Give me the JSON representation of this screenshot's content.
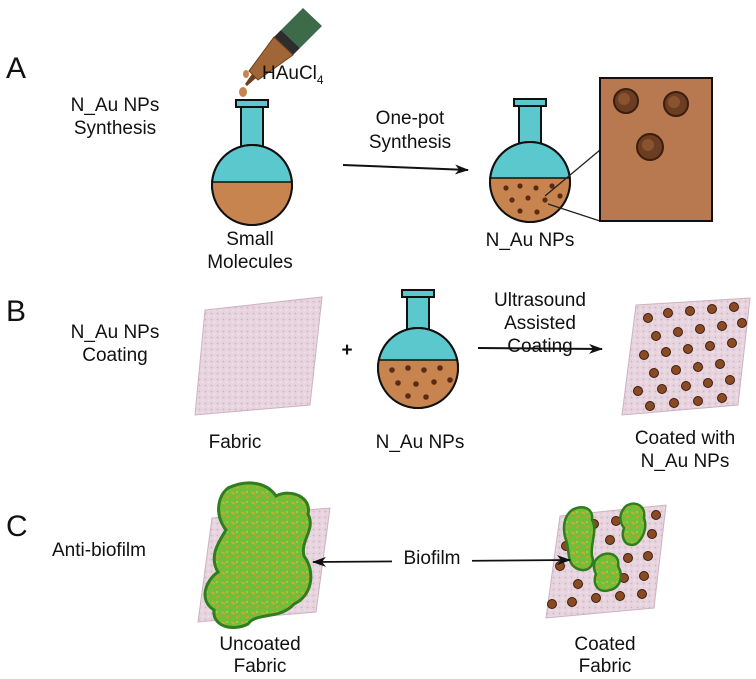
{
  "panels": {
    "a": {
      "letter": "A",
      "title_line1": "N_Au NPs",
      "title_line2": "Synthesis",
      "reagent_main": "HAuCl",
      "reagent_sub": "4",
      "arrow_line1": "One-pot",
      "arrow_line2": "Synthesis",
      "start_line1": "Small",
      "start_line2": "Molecules",
      "product": "N_Au NPs"
    },
    "b": {
      "letter": "B",
      "title_line1": "N_Au NPs",
      "title_line2": "Coating",
      "plus": "+",
      "fabric": "Fabric",
      "flask": "N_Au NPs",
      "arrow_line1": "Ultrasound",
      "arrow_line2": "Assisted",
      "arrow_line3": "Coating",
      "result_line1": "Coated with",
      "result_line2": "N_Au NPs"
    },
    "c": {
      "letter": "C",
      "title": "Anti-biofilm",
      "biofilm": "Biofilm",
      "uncoated_line1": "Uncoated",
      "uncoated_line2": "Fabric",
      "coated_line1": "Coated",
      "coated_line2": "Fabric"
    }
  },
  "colors": {
    "flask_glass": "#5ac8cc",
    "liquid": "#c8844e",
    "particle": "#5a2a14",
    "fabric": "#e6d2dc",
    "inset_bg": "#b87850",
    "dropper": "#3d6b4a",
    "biofilm": "#7bc043",
    "biofilm_dark": "#2f7d1e"
  }
}
